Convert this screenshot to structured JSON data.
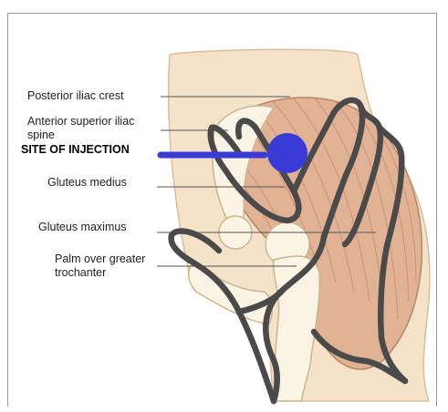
{
  "labels": {
    "posterior_iliac_crest": "Posterior iliac crest",
    "anterior_superior_iliac_spine": "Anterior superior iliac\nspine",
    "site_of_injection": "SITE OF INJECTION",
    "gluteus_medius": "Gluteus medius",
    "gluteus_maximus": "Gluteus maximus",
    "palm_over_greater_trochanter": "Palm over greater\ntrochanter"
  },
  "colors": {
    "skin": "#f5e2c8",
    "skin_outline": "#d8bf9e",
    "muscle": "#e2b295",
    "muscle_stripe": "#c98c72",
    "bone": "#fbf4e4",
    "bone_outline": "#c9b690",
    "hand_outline": "#4a4a4a",
    "injection_site": "#3a3ad6",
    "leader_line": "#555555"
  }
}
